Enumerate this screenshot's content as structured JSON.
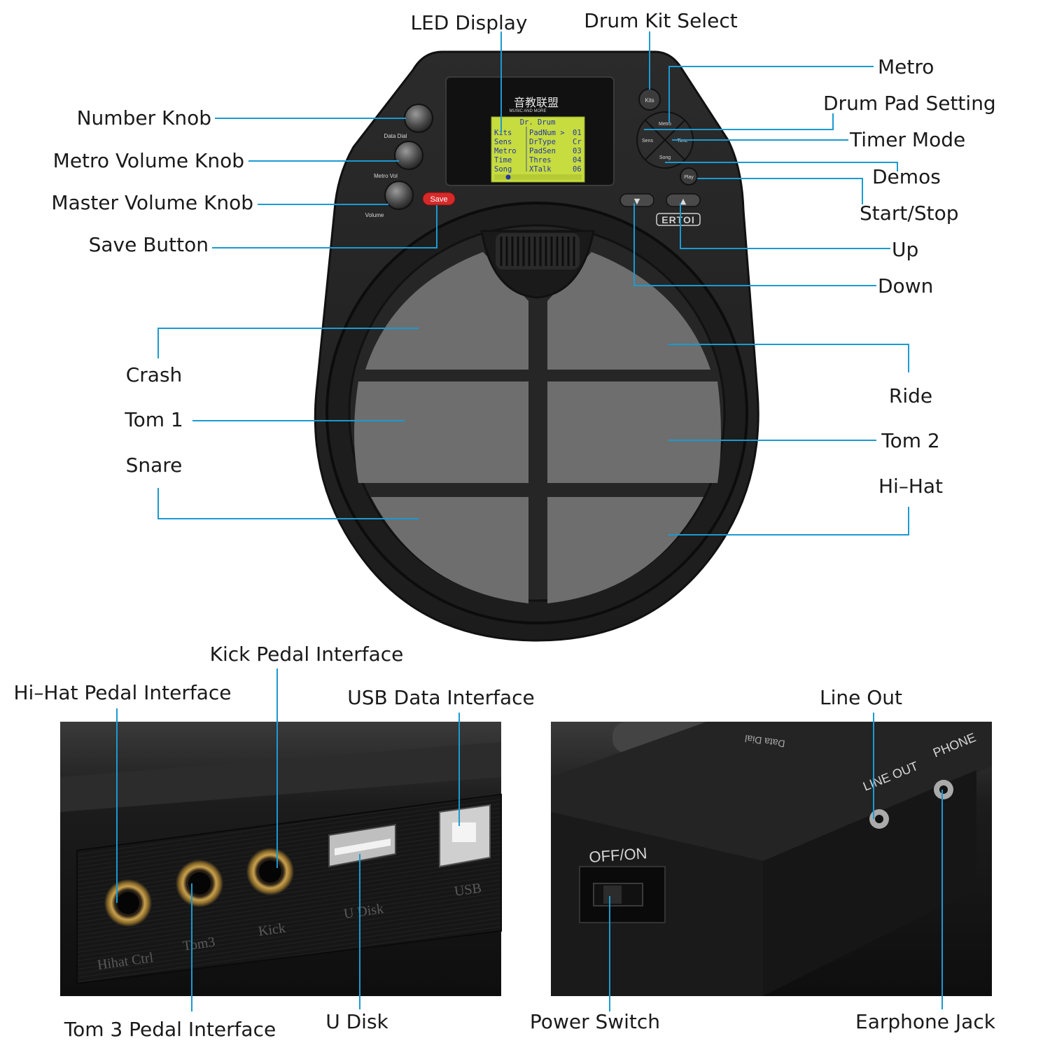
{
  "callouts": {
    "led_display": "LED Display",
    "drum_kit_select": "Drum Kit Select",
    "metro": "Metro",
    "drum_pad_setting": "Drum Pad Setting",
    "timer_mode": "Timer Mode",
    "demos": "Demos",
    "start_stop": "Start/Stop",
    "up": "Up",
    "down": "Down",
    "number_knob": "Number Knob",
    "metro_volume_knob": "Metro Volume Knob",
    "master_volume_knob": "Master Volume Knob",
    "save_button": "Save Button",
    "crash": "Crash",
    "tom1": "Tom 1",
    "snare": "Snare",
    "ride": "Ride",
    "tom2": "Tom 2",
    "hihat": "Hi–Hat",
    "kick_pedal_interface": "Kick Pedal Interface",
    "hihat_pedal_interface": "Hi–Hat Pedal Interface",
    "usb_data_interface": "USB Data Interface",
    "tom3_pedal_interface": "Tom 3 Pedal Interface",
    "u_disk": "U Disk",
    "line_out": "Line Out",
    "power_switch": "Power Switch",
    "earphone_jack": "Earphone Jack"
  },
  "device": {
    "brand": "ERTOI",
    "logo_text": "音教联盟",
    "logo_sub": "MUSIC AND MORE",
    "knob_labels": [
      "Data Dial",
      "Metro Vol",
      "Volume"
    ],
    "save_label": "Save",
    "kits_label": "Kits",
    "dpad": {
      "up": "Metro",
      "left": "Sens",
      "right": "Time",
      "down": "Song"
    },
    "play_label": "Play",
    "arrow_down": "▼",
    "arrow_up": "▲"
  },
  "lcd": {
    "title": "Dr. Drum",
    "rows": [
      [
        "Kits",
        "PadNum >",
        "01"
      ],
      [
        "Sens",
        "DrType",
        "Cr"
      ],
      [
        "Metro",
        "PadSen",
        "03"
      ],
      [
        "Time",
        "Thres",
        "04"
      ],
      [
        "Song",
        "XTalk",
        "06"
      ]
    ]
  },
  "rear_panel": {
    "ports": [
      "Hihat Ctrl",
      "Tom3",
      "Kick",
      "U Disk",
      "USB"
    ]
  },
  "side_panel": {
    "switch_label": "OFF/ON",
    "line_out_label": "LINE OUT",
    "phone_label": "PHONE",
    "dial_label": "Data Dial"
  }
}
